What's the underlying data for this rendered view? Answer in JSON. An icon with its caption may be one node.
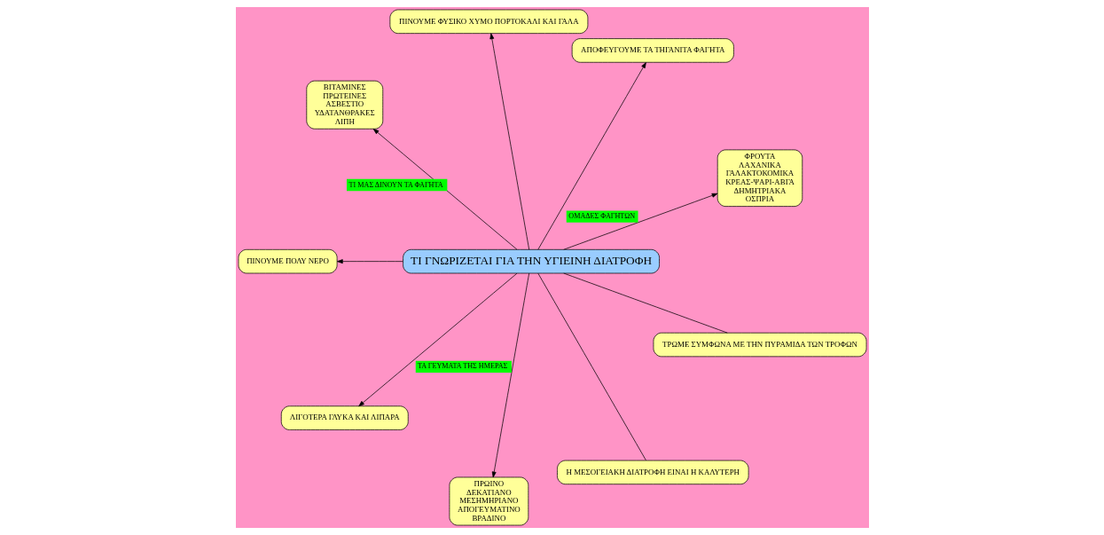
{
  "diagram": {
    "nodes": [
      {
        "text": [
          "ΤΙ ΓΝΩΡΙΖΕΤΑΙ ΓΙΑ ΤΗΝ ΥΓΙΕΙΝΗ ΔΙΑΤΡΟΦΗ"
        ]
      },
      {
        "text": [
          "ΦΡΟΥΤΑ",
          "ΛΑΧΑΝΙΚΑ",
          "ΓΑΛΑΚΤΟΚΟΜΙΚΑ",
          "ΚΡΕΑΣ-ΨΑΡΙ-ΑΒΓΑ",
          "ΔΗΜΗΤΡΙΑΚΑ",
          "ΟΣΠΡΙΑ"
        ]
      },
      {
        "text": [
          "ΑΠΟΦΕΥΓΟΥΜΕ ΤΑ ΤΗΓΑΝΙΤΑ ΦΑΓΗΤΑ"
        ]
      },
      {
        "text": [
          "ΠΙΝΟΥΜΕ ΦΥΣΙΚΟ ΧΥΜΟ ΠΟΡΤΟΚΑΛΙ ΚΑΙ ΓΑΛΑ"
        ]
      },
      {
        "text": [
          "ΒΙΤΑΜΙΝΕΣ",
          "ΠΡΩΤΕΙΝΕΣ",
          "ΑΣΒΕΣΤΙΟ",
          "ΥΔΑΤΑΝΘΡΑΚΕΣ",
          "ΛΙΠΗ"
        ]
      },
      {
        "text": [
          "ΠΙΝΟΥΜΕ ΠΟΛΥ ΝΕΡΟ"
        ]
      },
      {
        "text": [
          "ΛΙΓΟΤΕΡΑ ΓΛΥΚΑ ΚΑΙ ΛΙΠΑΡΑ"
        ]
      },
      {
        "text": [
          "ΠΡΩΙΝΟ",
          "ΔΕΚΑΤΙΑΝΟ",
          "ΜΕΣΗΜΗΡΙΑΝΟ",
          "ΑΠΟΓΕΥΜΑΤΙΝΟ",
          "ΒΡΑΔΙΝΟ"
        ]
      },
      {
        "text": [
          "Η ΜΕΣΟΓΕΙΑΚΗ ΔΙΑΤΡΟΦΗ ΕΙΝΑΙ Η ΚΑΛΥΤΕΡΗ"
        ]
      },
      {
        "text": [
          "ΤΡΩΜΕ ΣΥΜΦΩΝΑ ΜΕ ΤΗΝ ΠΥΡΑΜΙΔΑ ΤΩΝ ΤΡΟΦΩΝ"
        ]
      }
    ],
    "edges": [
      {
        "from": 0,
        "to": 1,
        "arrow": "to",
        "label": "ΟΜΑΔΕΣ ΦΑΓΗΤΩΝ"
      },
      {
        "from": 0,
        "to": 2,
        "arrow": "to"
      },
      {
        "from": 0,
        "to": 3,
        "arrow": "to"
      },
      {
        "from": 0,
        "to": 4,
        "arrow": "to",
        "label": "ΤΙ ΜΑΣ ΔΙΝΟΥΝ ΤΑ ΦΑΓΗΤΑ"
      },
      {
        "from": 0,
        "to": 5,
        "arrow": "to"
      },
      {
        "from": 0,
        "to": 6,
        "arrow": "to"
      },
      {
        "from": 0,
        "to": 7,
        "arrow": "to",
        "label": "ΤΑ ΓΕΥΜΑΤΑ ΤΗΣ ΗΜΕΡΑΣ"
      },
      {
        "from": 0,
        "to": 8,
        "arrow": "none"
      },
      {
        "from": 0,
        "to": 9,
        "arrow": "none"
      }
    ]
  }
}
